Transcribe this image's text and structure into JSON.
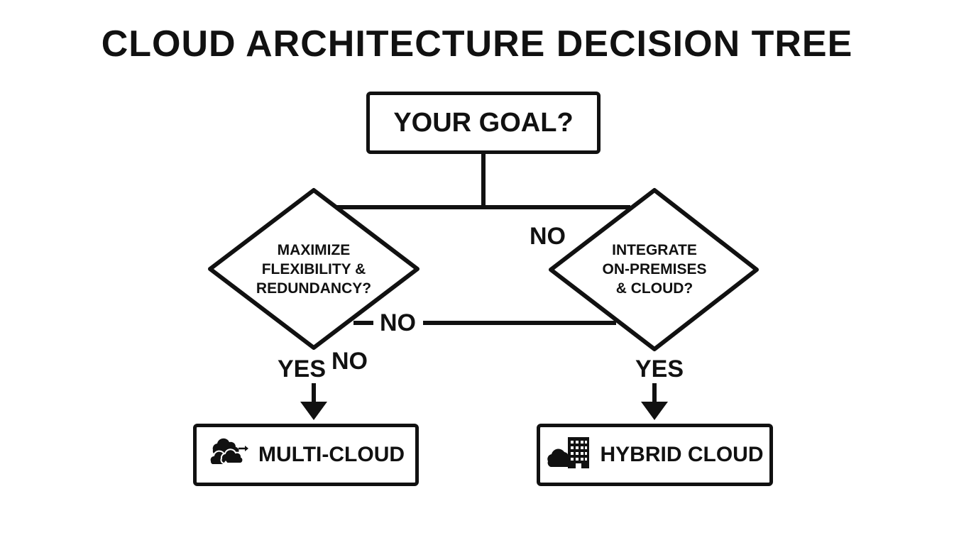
{
  "title": "CLOUD ARCHITECTURE DECISION TREE",
  "start": {
    "label": "YOUR GOAL?"
  },
  "question_left": {
    "lines": [
      "MAXIMIZE",
      "FLEXIBILITY &",
      "REDUNDANCY?"
    ]
  },
  "question_right": {
    "lines": [
      "INTEGRATE",
      "ON-PREMISES",
      "& CLOUD?"
    ]
  },
  "edge_labels": {
    "no_top": "NO",
    "no_middle": "NO",
    "no_left": "NO",
    "yes_left": "YES",
    "yes_right": "YES"
  },
  "outcome_left": {
    "label": "MULTI-CLOUD",
    "icon": "multi-cloud-icon"
  },
  "outcome_right": {
    "label": "HYBRID CLOUD",
    "icon": "hybrid-cloud-icon"
  },
  "colors": {
    "stroke": "#111111",
    "background": "#ffffff"
  }
}
